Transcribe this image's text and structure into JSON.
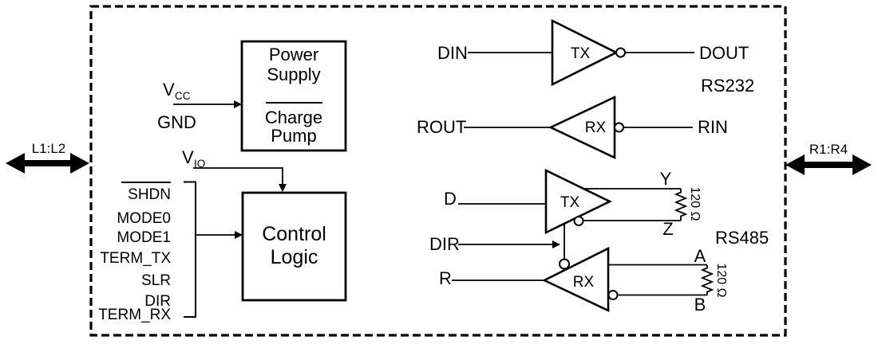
{
  "ports": {
    "left_label": "L1:L2",
    "right_label": "R1:R4"
  },
  "blocks": {
    "power_supply": {
      "line1": "Power",
      "line2": "Supply",
      "line3": "Charge",
      "line4": "Pump"
    },
    "control_logic": {
      "line1": "Control",
      "line2": "Logic"
    }
  },
  "power_pins": {
    "vcc_base": "V",
    "vcc_sub": "CC",
    "gnd": "GND",
    "vio_base": "V",
    "vio_sub": "IO"
  },
  "control_pins": {
    "shdn": "SHDN",
    "mode0": "MODE0",
    "mode1": "MODE1",
    "term_tx": "TERM_TX",
    "slr": "SLR",
    "dir": "DIR",
    "term_rx": "TERM_RX"
  },
  "rs232": {
    "label": "RS232",
    "tx": "TX",
    "rx": "RX",
    "din": "DIN",
    "dout": "DOUT",
    "rout": "ROUT",
    "rin": "RIN"
  },
  "rs485": {
    "label": "RS485",
    "tx": "TX",
    "rx": "RX",
    "d": "D",
    "dir": "DIR",
    "r": "R",
    "y": "Y",
    "z": "Z",
    "a": "A",
    "b": "B",
    "term_tx_value": "120 Ω",
    "term_rx_value": "120 Ω"
  },
  "colors": {
    "ink": "#000000",
    "background": "#ffffff"
  }
}
